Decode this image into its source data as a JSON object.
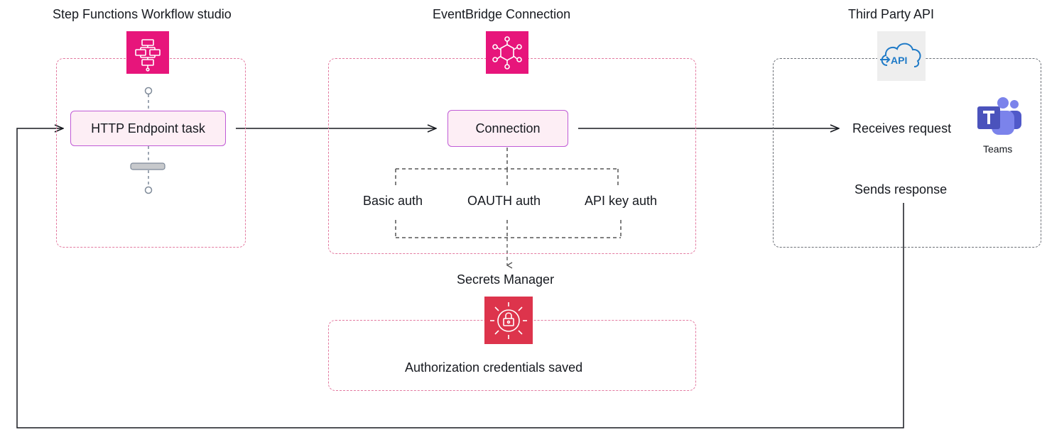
{
  "sections": {
    "step_functions": {
      "title": "Step Functions Workflow studio",
      "task": "HTTP Endpoint task",
      "icon": "step-functions-icon"
    },
    "eventbridge": {
      "title": "EventBridge Connection",
      "connection": "Connection",
      "auth_methods": [
        "Basic auth",
        "OAUTH auth",
        "API key auth"
      ],
      "icon": "eventbridge-icon"
    },
    "third_party": {
      "title": "Third Party API",
      "receives": "Receives request",
      "sends": "Sends response",
      "api_icon_text": "API",
      "teams_label": "Teams",
      "icon": "api-cloud-icon"
    },
    "secrets": {
      "title": "Secrets Manager",
      "saved": "Authorization credentials saved",
      "icon": "secrets-manager-icon"
    }
  },
  "colors": {
    "aws_pink": "#e7157b",
    "secrets_red": "#dd344c",
    "node_border": "#c05bd6",
    "node_fill": "#fdeef5",
    "dash_pink": "#e37aa0",
    "teams_purple": "#5b5fc7"
  }
}
